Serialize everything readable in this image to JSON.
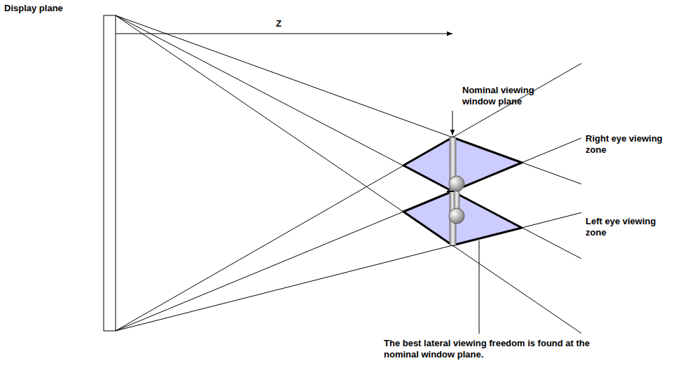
{
  "diagram": {
    "labels": [
      "Display plane",
      "Z",
      "Nominal viewing window plane",
      "Right eye viewing zone",
      "Left eye viewing zone",
      "The best lateral viewing freedom is found at the nominal window plane."
    ]
  }
}
